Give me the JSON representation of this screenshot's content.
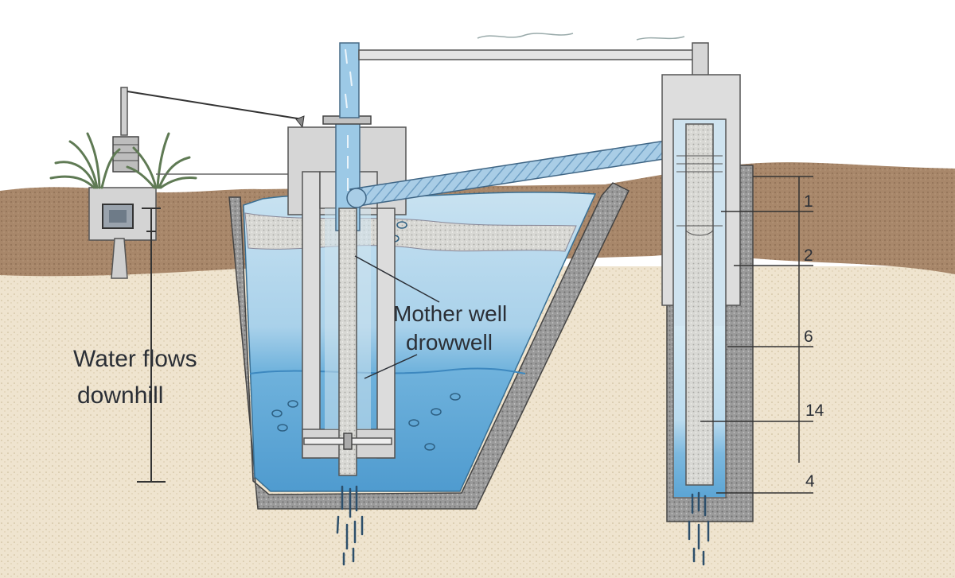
{
  "labels": {
    "water_flows_line1": "Water flows",
    "water_flows_line2": "downhill",
    "mother_well_line1": "Mother well",
    "mother_well_line2": "drowwell"
  },
  "depth_markers": [
    "1",
    "2",
    "6",
    "14",
    "4"
  ],
  "colors": {
    "sky": "#ffffff",
    "topsoil": "#a8876a",
    "subsoil": "#efe4cf",
    "water_light": "#cfe6f3",
    "water_dark": "#5aa3d0",
    "gravel": "#8f8f8f",
    "concrete": "#d9d9d9",
    "pipe": "#a9cde6"
  }
}
